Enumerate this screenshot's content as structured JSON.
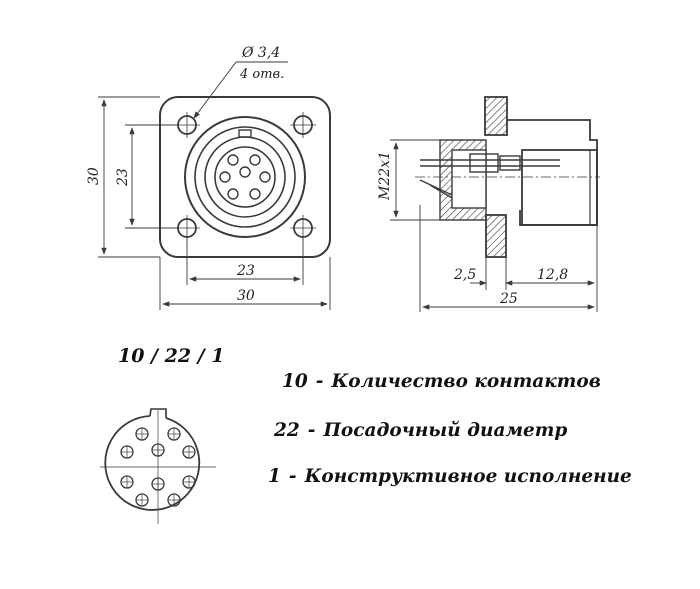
{
  "dimensions": {
    "hole_diameter": "Ø 3,4",
    "hole_count": "4 отв.",
    "flange_height": "30",
    "hole_spacing_vertical": "23",
    "hole_spacing_horizontal": "23",
    "flange_width": "30",
    "thread": "M22x1",
    "flange_thickness": "2,5",
    "body_length": "12,8",
    "total_length": "25"
  },
  "designation": {
    "code": "10 / 22 / 1",
    "items": [
      {
        "value": "10",
        "description": "Количество контактов"
      },
      {
        "value": "22",
        "description": "Посадочный диаметр"
      },
      {
        "value": "1",
        "description": "Конструктивное исполнение"
      }
    ]
  },
  "colors": {
    "line": "#3a3a3a",
    "text": "#111111"
  }
}
